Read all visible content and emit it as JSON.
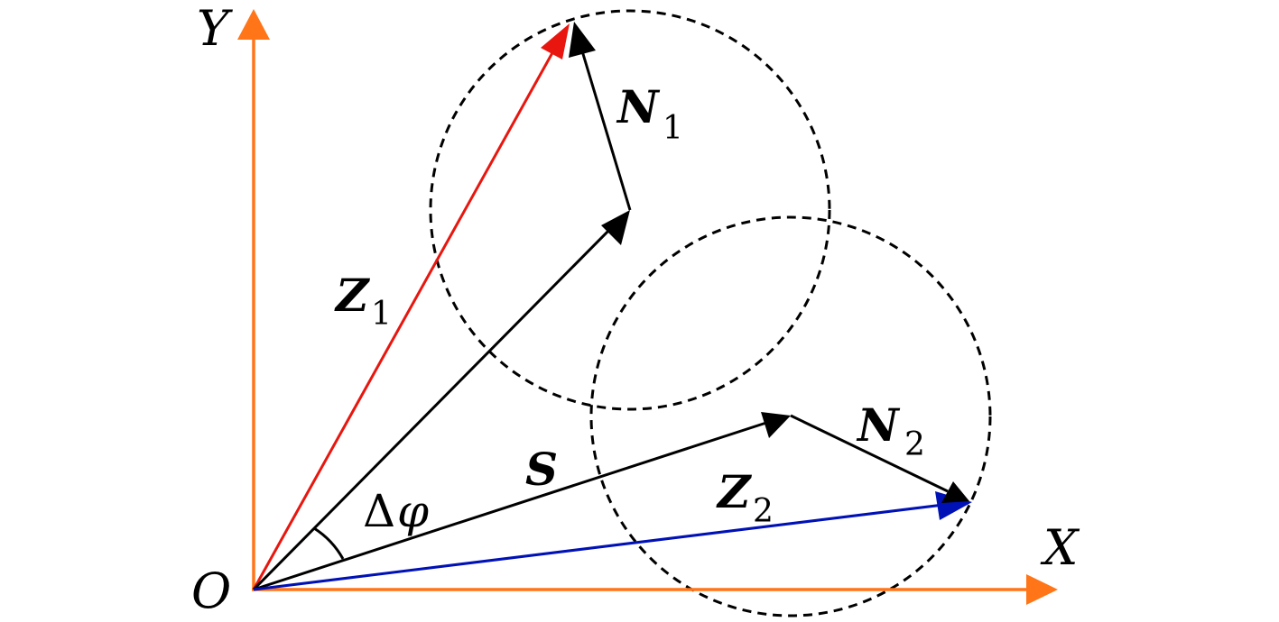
{
  "labels": {
    "axis_y": "Y",
    "axis_x": "X",
    "origin": "O",
    "z1_main": "Z",
    "z1_sub": "1",
    "n1_main": "N",
    "n1_sub": "1",
    "s": "S",
    "z2_main": "Z",
    "z2_sub": "2",
    "n2_main": "N",
    "n2_sub": "2",
    "delta": "Δ",
    "phi": "φ"
  },
  "colors": {
    "axes": "#ff7518",
    "z1": "#e8160e",
    "z2": "#0011b5",
    "vectors": "#000000",
    "circles": "#000000"
  }
}
